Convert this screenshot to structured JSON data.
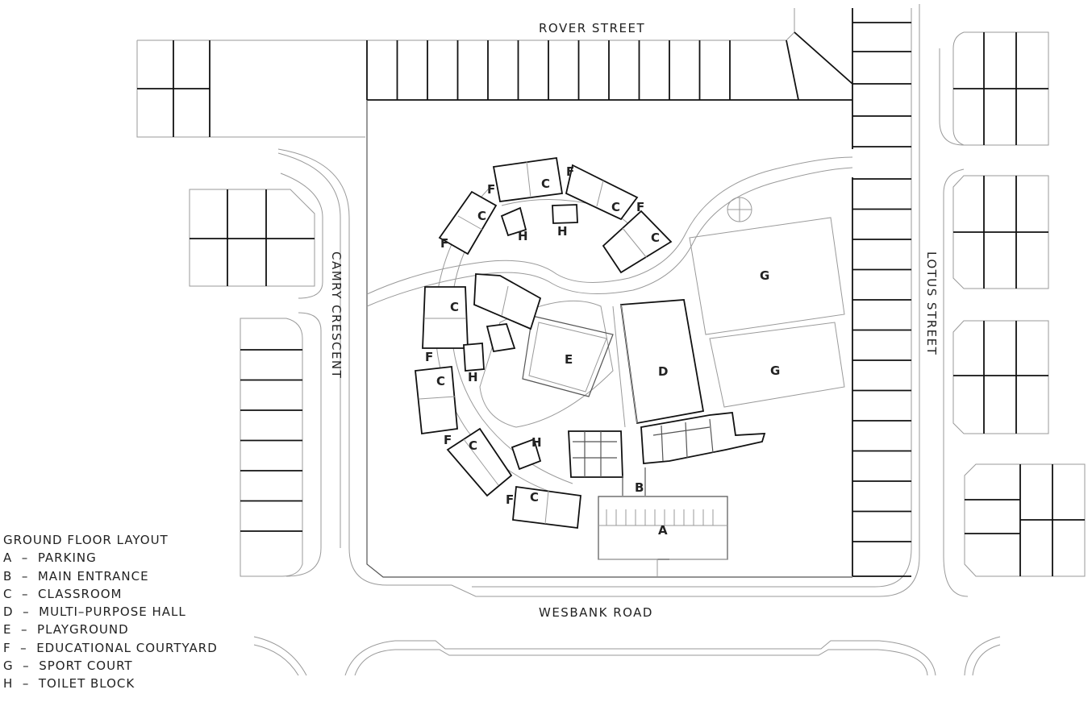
{
  "streets": {
    "top": "ROVER STREET",
    "bottom": "WESBANK ROAD",
    "left": "CAMRY CRESCENT",
    "right": "LOTUS STREET"
  },
  "legend": {
    "title": "GROUND FLOOR LAYOUT",
    "items": [
      "A  –  PARKING",
      "B  –  MAIN ENTRANCE",
      "C  –  CLASSROOM",
      "D  –  MULTI–PURPOSE HALL",
      "E  –  PLAYGROUND",
      "F  –  EDUCATIONAL COURTYARD",
      "G  –  SPORT COURT",
      "H  –  TOILET BLOCK"
    ]
  },
  "zones": {
    "a": "A",
    "b": "B",
    "c": "C",
    "d": "D",
    "e": "E",
    "f": "F",
    "g": "G",
    "h": "H"
  }
}
